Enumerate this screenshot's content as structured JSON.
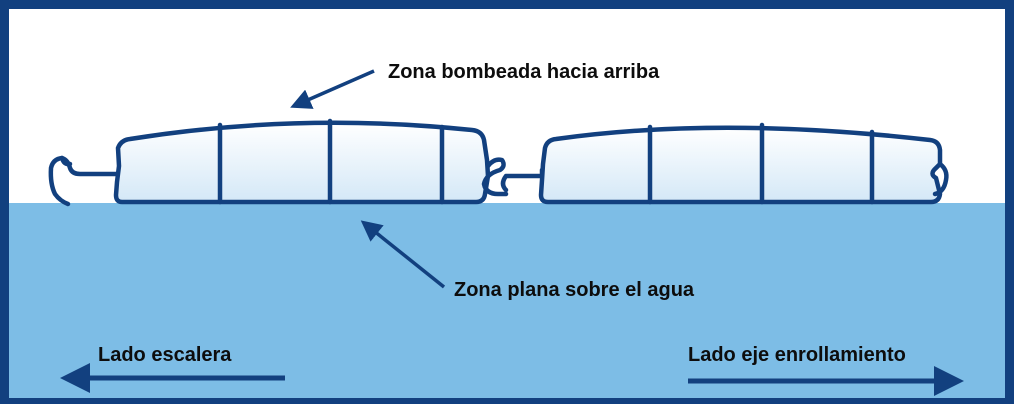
{
  "labels": {
    "raised_zone": "Zona bombeada hacia arriba",
    "flat_zone": "Zona plana sobre el agua",
    "stair_side": "Lado escalera",
    "roller_side": "Lado eje enrollamiento"
  },
  "colors": {
    "frame": "#12407f",
    "water": "#7dbde6",
    "slat_stroke": "#12407f",
    "arrow": "#12407f",
    "text": "#0d0d0d"
  }
}
